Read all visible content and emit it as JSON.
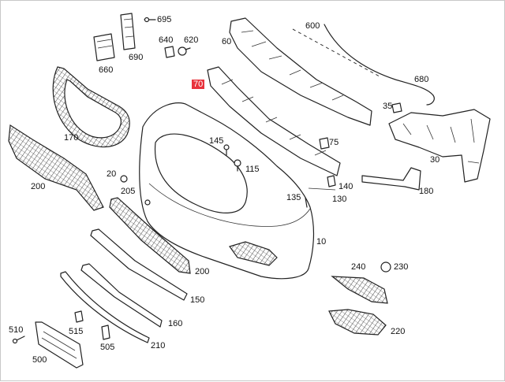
{
  "highlight_color": "#e8323c",
  "labels": {
    "p695": "695",
    "p640": "640",
    "p620": "620",
    "p690": "690",
    "p660": "660",
    "p600": "600",
    "p60": "60",
    "p680": "680",
    "p70": "70",
    "p170": "170",
    "p35": "35",
    "p145": "145",
    "p75": "75",
    "p115": "115",
    "p30": "30",
    "p20": "20",
    "p200a": "200",
    "p205": "205",
    "p140": "140",
    "p180": "180",
    "p135": "135",
    "p130": "130",
    "p10": "10",
    "p200b": "200",
    "p240": "240",
    "p230": "230",
    "p150": "150",
    "p510": "510",
    "p515": "515",
    "p160": "160",
    "p220": "220",
    "p505": "505",
    "p210": "210",
    "p500": "500"
  }
}
